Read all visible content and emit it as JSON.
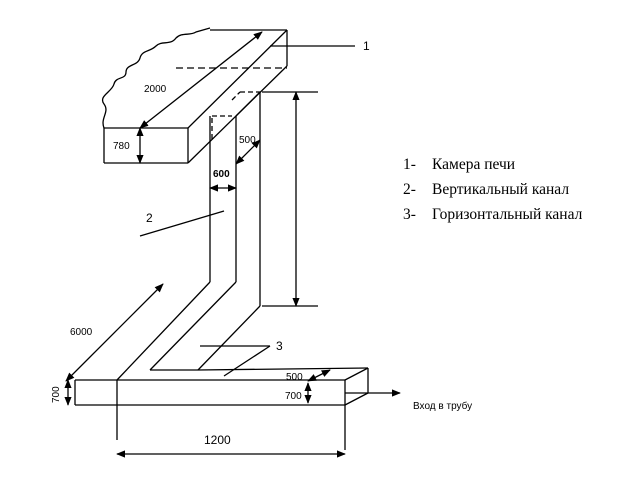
{
  "callouts": {
    "c1": "1",
    "c2": "2",
    "c3": "3"
  },
  "dimensions": {
    "chamber_length": "2000",
    "chamber_height": "780",
    "channel_depth": "500",
    "channel_width": "600",
    "horizontal_length": "6000",
    "bottom_height_left": "700",
    "bottom_depth": "500",
    "bottom_height_right": "700",
    "bottom_width": "1200"
  },
  "exit_label": "Вход в трубу",
  "legend": [
    {
      "num": "1-",
      "text": "Камера печи"
    },
    {
      "num": "2-",
      "text": "Вертикальный канал"
    },
    {
      "num": "3-",
      "text": "Горизонтальный канал"
    }
  ]
}
